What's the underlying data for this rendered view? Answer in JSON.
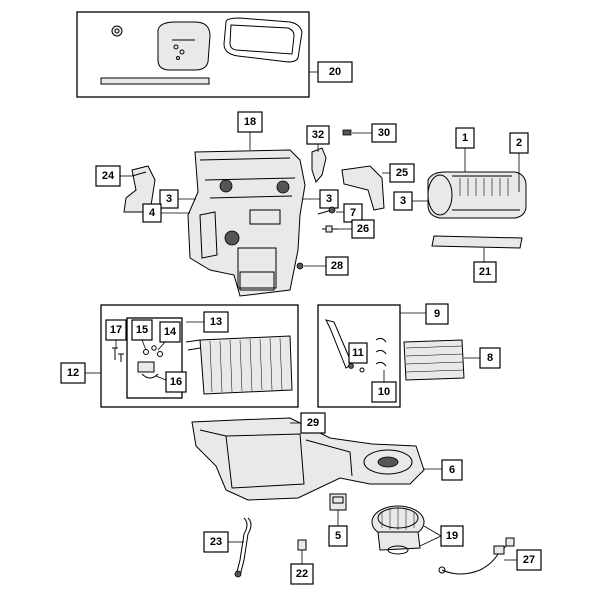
{
  "diagram": {
    "callouts": [
      "20",
      "18",
      "32",
      "30",
      "1",
      "2",
      "24",
      "3",
      "3",
      "25",
      "3",
      "4",
      "7",
      "26",
      "21",
      "28",
      "13",
      "17",
      "15",
      "14",
      "12",
      "16",
      "9",
      "11",
      "10",
      "8",
      "29",
      "6",
      "5",
      "19",
      "23",
      "22",
      "27"
    ]
  }
}
